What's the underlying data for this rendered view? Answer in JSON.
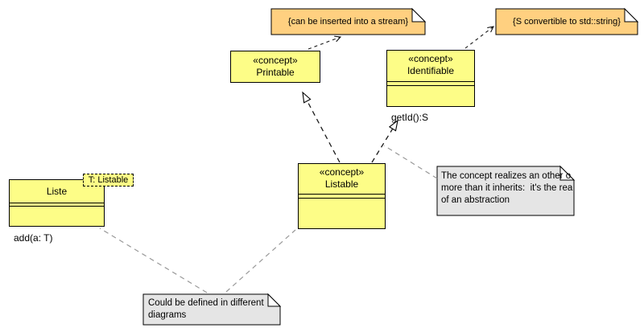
{
  "diagram": {
    "classes": {
      "printable": {
        "stereotype": "«concept»",
        "name": "Printable"
      },
      "identifiable": {
        "stereotype": "«concept»",
        "name": "Identifiable",
        "operation": "getId():S"
      },
      "listable": {
        "stereotype": "«concept»",
        "name": "Listable"
      },
      "liste": {
        "name": "Liste",
        "template_param": "T: Listable",
        "operation": "add(a: T)"
      }
    },
    "notes": {
      "stream": {
        "text": "{can be inserted into a stream}"
      },
      "string": {
        "text": "{S convertible to std::string}"
      },
      "realization": {
        "line1": "The concept realizes an other o",
        "line2": "more than it inherits:  it's the rea",
        "line3": "of an abstraction"
      },
      "diagrams": {
        "line1": "Could be defined in different",
        "line2": "diagrams"
      }
    },
    "colors": {
      "class_fill": "#FDFD87",
      "note_orange_fill": "#FFD080",
      "note_gray_fill": "#E5E5E5",
      "border": "#000000",
      "anchor_gray": "#999999"
    }
  }
}
